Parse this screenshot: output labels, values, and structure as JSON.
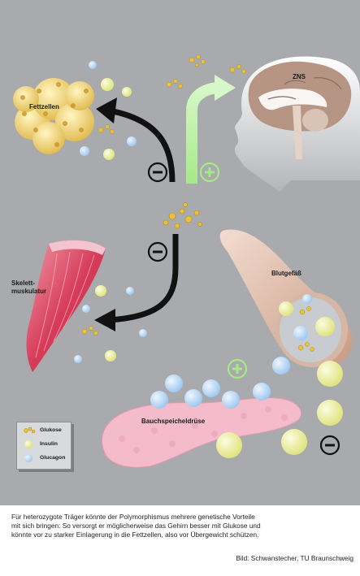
{
  "labels": {
    "fettzellen": "Fettzellen",
    "zns": "ZNS",
    "skelett_line1": "Skelett-",
    "skelett_line2": "muskulatur",
    "blutgefaess": "Blutgefäß",
    "bauchspeicheldruese": "Bauchspeicheldrüse"
  },
  "signs": {
    "minus": "−",
    "plus": "+"
  },
  "legend": {
    "glukose": "Glukose",
    "insulin": "Insulin",
    "glucagon": "Glucagon"
  },
  "colors": {
    "background": "#a8aaad",
    "arrow_black": "#111111",
    "arrow_green": "#b7ef9a",
    "insulin": "#eef0a2",
    "glucagon": "#b9d8f4",
    "glukose": "#e9c23a",
    "muscle": "#d94560",
    "pancreas": "#f2b8c6",
    "vessel": "#e3c2b0"
  },
  "caption": {
    "line1": "Für heterozygote Träger könnte der Polymorphismus mehrere genetische Vorteile",
    "line2": "mit sich bringen: So versorgt er möglicherweise das Gehirn besser mit Glukose und",
    "line3": "könnte vor zu starker Einlagerung in die Fettzellen, also vor Übergewicht schützen."
  },
  "credit": "Bild: Schwanstecher, TU Braunschweig"
}
